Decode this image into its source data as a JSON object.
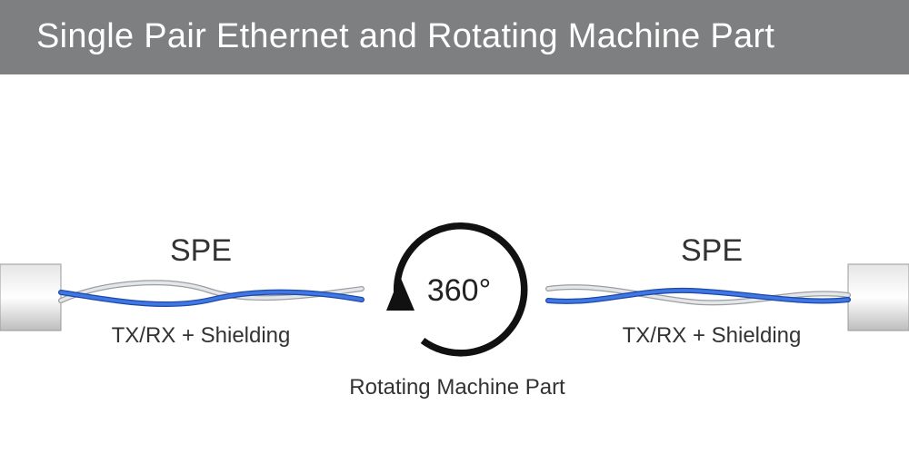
{
  "header": {
    "title": "Single Pair Ethernet and Rotating Machine Part"
  },
  "diagram": {
    "left_cable": {
      "label": "SPE",
      "sublabel": "TX/RX + Shielding"
    },
    "right_cable": {
      "label": "SPE",
      "sublabel": "TX/RX + Shielding"
    },
    "rotation": {
      "degrees": "360°",
      "caption": "Rotating Machine Part"
    },
    "colors": {
      "header_bg": "#7e7f80",
      "wire_blue": "#2b5fd0",
      "wire_white": "#c9cccf",
      "arrow": "#111111"
    }
  }
}
